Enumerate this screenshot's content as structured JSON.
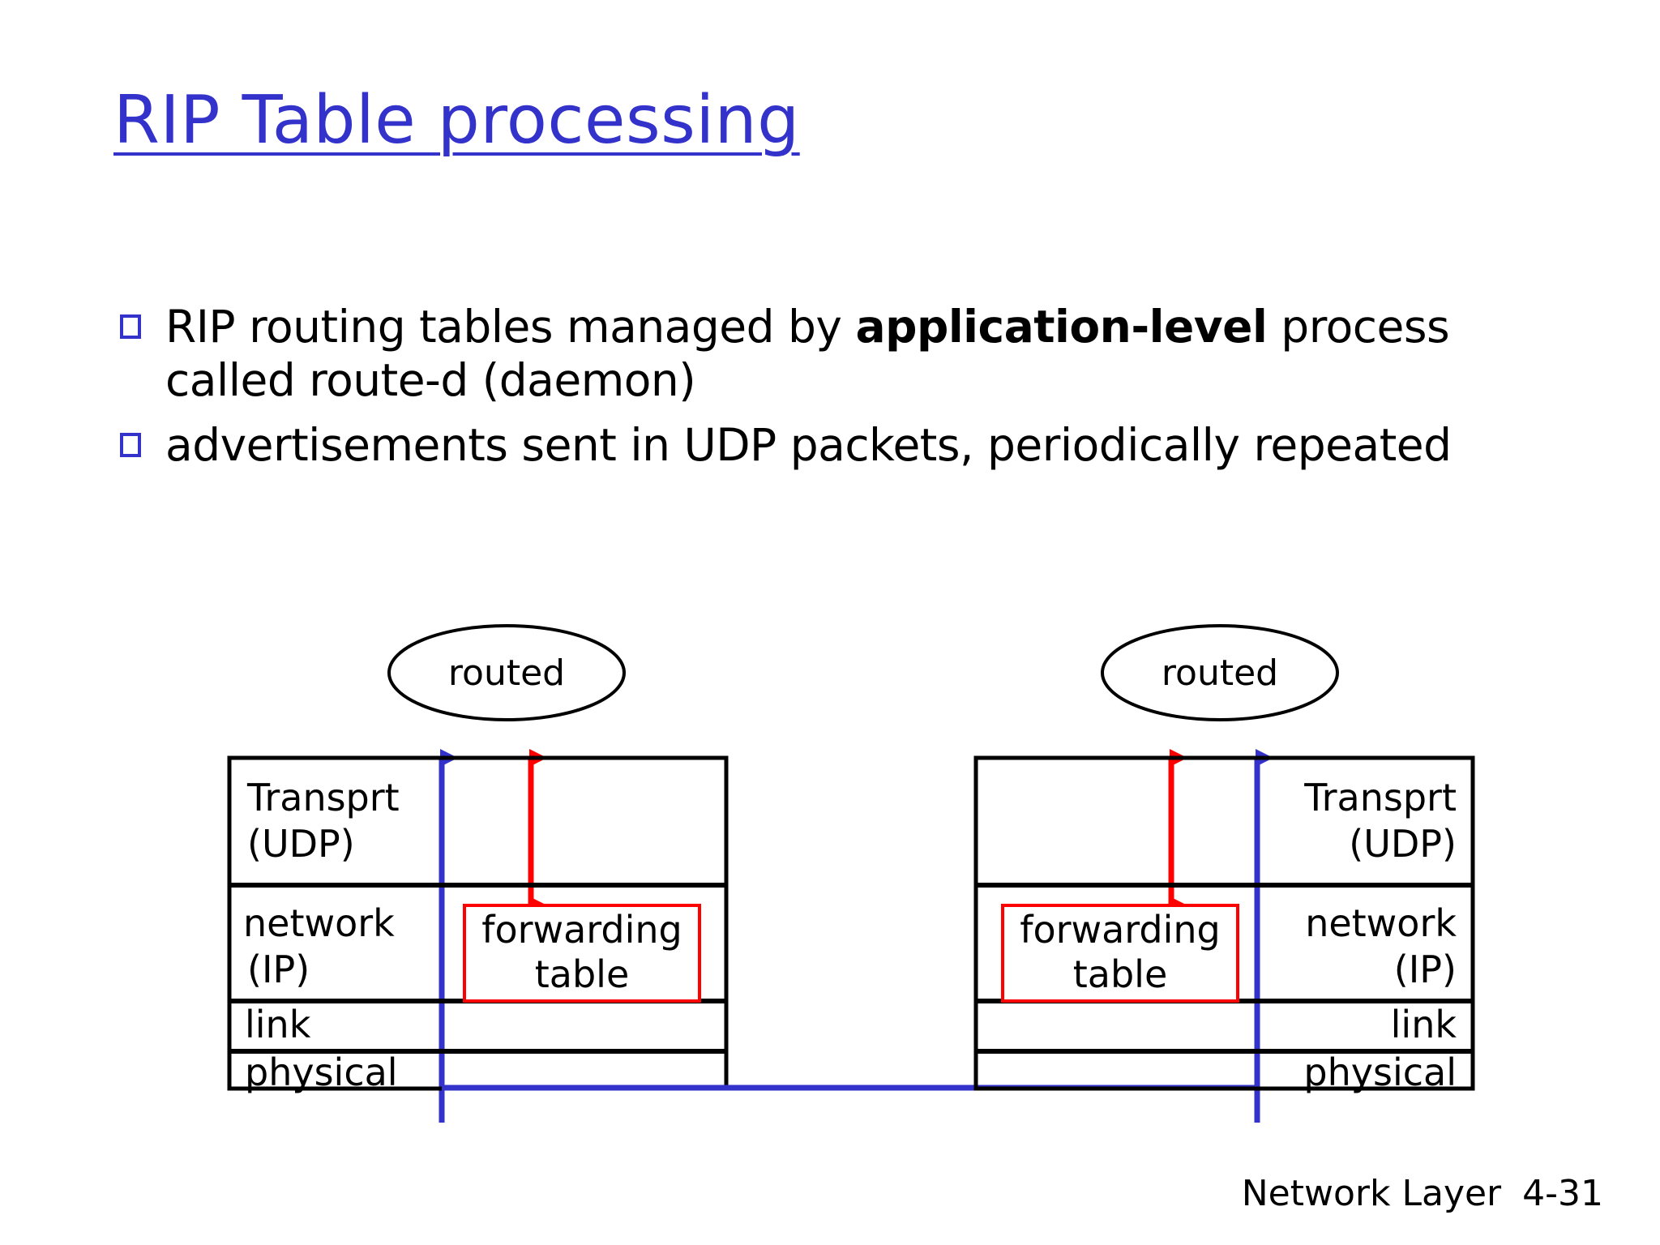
{
  "slide": {
    "title": "RIP Table processing",
    "title_color": "#3333CC",
    "bullet_marker_color": "#3333CC",
    "background": "#FFFFFF"
  },
  "bullets": [
    {
      "marker": "hollow-square-bullet",
      "lead": "RIP routing tables managed by ",
      "emphasis": "application-level",
      "tail": " process called route-d (daemon)"
    },
    {
      "marker": "hollow-square-bullet",
      "lead": "advertisements sent in UDP packets, periodically repeated",
      "emphasis": "",
      "tail": ""
    }
  ],
  "diagram": {
    "left_host": {
      "daemon_label": "routed",
      "layers": [
        "Transprt\n(UDP)",
        "network\n(IP)",
        "link",
        "physical"
      ],
      "layer_lines": [
        [
          "Transprt",
          "(UDP)"
        ],
        [
          "network",
          "(IP)"
        ],
        [
          "link"
        ],
        [
          "physical"
        ]
      ],
      "forwarding_table": [
        "forwarding",
        "table"
      ],
      "label_align": "left"
    },
    "right_host": {
      "daemon_label": "routed",
      "layers": [
        "Transprt\n(UDP)",
        "network\n(IP)",
        "link",
        "physical"
      ],
      "layer_lines": [
        [
          "Transprt",
          "(UDP)"
        ],
        [
          "network",
          "(IP)"
        ],
        [
          "link"
        ],
        [
          "physical"
        ]
      ],
      "forwarding_table": [
        "forwarding",
        "table"
      ],
      "label_align": "right"
    },
    "colors": {
      "box_stroke": "#000000",
      "forwarding_table_stroke": "#FF0000",
      "red_arrow": "#FF0000",
      "blue_arrow": "#3333CC",
      "blue_link_line": "#3333CC"
    },
    "arrows": {
      "red_label": "routed-to-forwarding-table",
      "blue_label": "routed-to-physical-link"
    }
  },
  "footer": {
    "text": "Network Layer",
    "page": "4-31"
  }
}
